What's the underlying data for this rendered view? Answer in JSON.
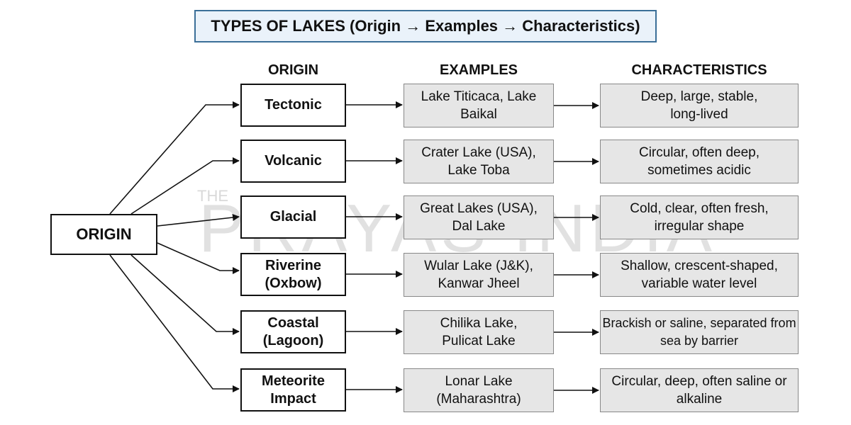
{
  "title": "TYPES OF LAKES (Origin → Examples → Characteristics)",
  "headers": {
    "origin": "ORIGIN",
    "examples": "EXAMPLES",
    "characteristics": "CHARACTERISTICS"
  },
  "root_label": "ORIGIN",
  "rows": [
    {
      "origin": "Tectonic",
      "examples": "Lake Titicaca, Lake Baikal",
      "characteristics": "Deep, large, stable, long-lived"
    },
    {
      "origin": "Volcanic",
      "examples": "Crater Lake (USA), Lake Toba",
      "characteristics": "Circular, often deep, sometimes acidic"
    },
    {
      "origin": "Glacial",
      "examples": "Great Lakes (USA), Dal Lake",
      "characteristics": "Cold, clear, often fresh, irregular shape"
    },
    {
      "origin": "Riverine (Oxbow)",
      "examples": "Wular Lake (J&K), Kanwar Jheel",
      "characteristics": "Shallow, crescent-shaped, variable water level"
    },
    {
      "origin": "Coastal (Lagoon)",
      "examples": "Chilika Lake, Pulicat Lake",
      "characteristics": "Brackish or saline, separated from sea by barrier"
    },
    {
      "origin": "Meteorite Impact",
      "examples": "Lonar Lake (Maharashtra)",
      "characteristics": "Circular, deep, often saline or alkaline"
    }
  ],
  "watermark": {
    "top": "THE",
    "main": "PRAYAS INDIA"
  },
  "colors": {
    "title_border": "#3b6f98",
    "title_bg": "#eaf2fa",
    "box_fill": "#e6e6e6"
  }
}
